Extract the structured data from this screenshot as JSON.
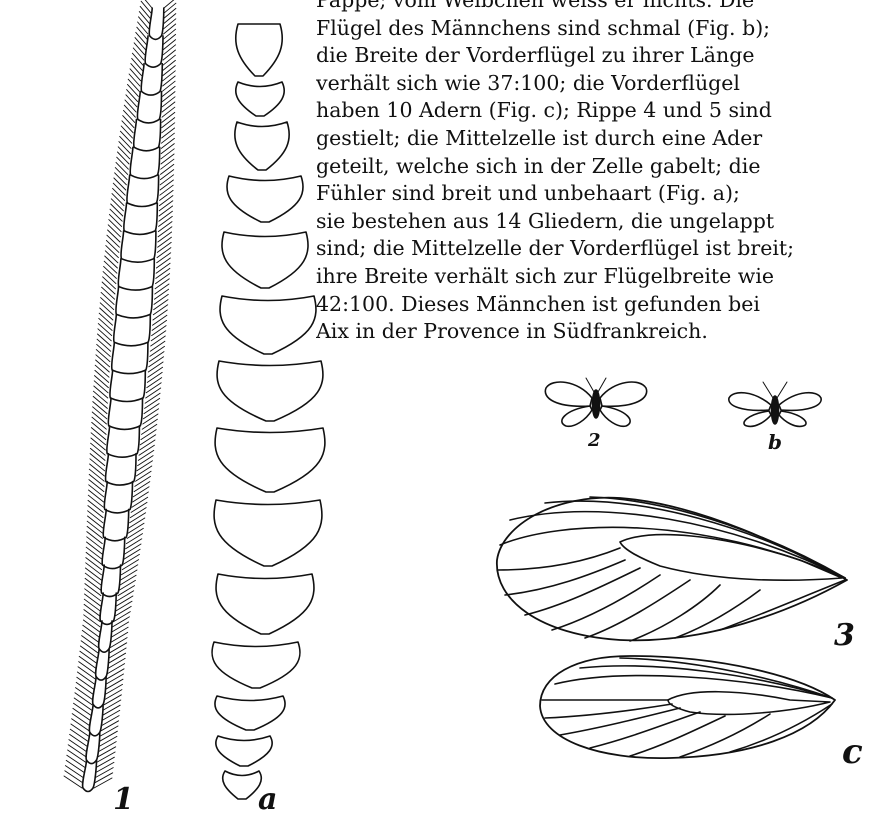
{
  "text": {
    "lines": [
      "Pappe; vom Weibchen weiss er nichts. Die",
      "Flügel des Männchens sind schmal (Fig. b);",
      "die Breite der Vorderflügel zu ihrer Länge",
      "verhält sich wie 37:100; die Vorderflügel",
      "haben 10 Adern (Fig. c); Rippe 4 und 5 sind",
      "gestielt; die Mittelzelle ist durch eine Ader",
      "geteilt, welche sich in der Zelle gabelt; die",
      "Fühler sind breit und unbehaart (Fig. a);",
      "sie bestehen aus 14 Gliedern, die ungelappt",
      "sind; die Mittelzelle der Vorderflügel ist breit;",
      "ihre Breite verhält sich zur Flügelbreite wie",
      "42:100.  Dieses Männchen ist gefunden bei",
      "Aix in der Provence in Südfrankreich."
    ]
  },
  "figure_labels": {
    "fig1": "1",
    "figa": "a",
    "fig2": "2",
    "figb": "b",
    "fig3": "3",
    "figc": "c"
  },
  "colors": {
    "ink": "#111111",
    "paper": "#ffffff"
  }
}
